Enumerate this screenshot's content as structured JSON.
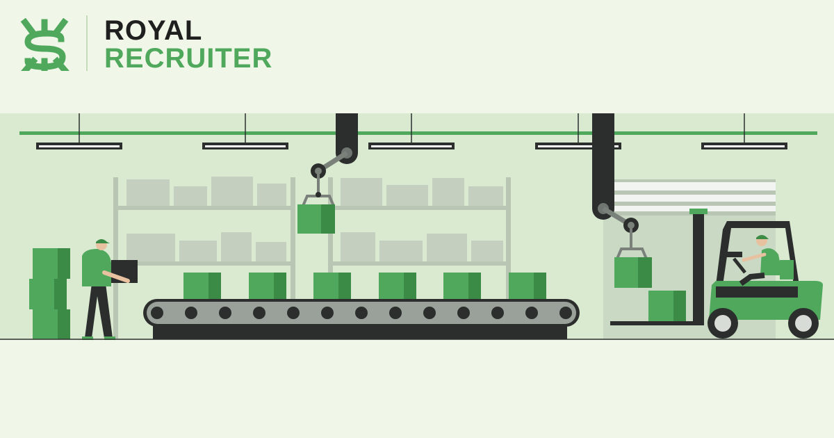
{
  "brand": {
    "name_line1": "ROYAL",
    "name_line2": "RECRUITER",
    "mark_icon": "royal-recruiter-monogram-icon",
    "primary_color": "#4fa85c",
    "dark_color": "#1f1f1f"
  },
  "illustration": {
    "subject": "warehouse-conveyor-scene",
    "accent_color": "#4fa85c",
    "dark_color": "#2b2e2c",
    "wall_color": "#d9ead1",
    "shelf_color": "#b9c6b3"
  }
}
